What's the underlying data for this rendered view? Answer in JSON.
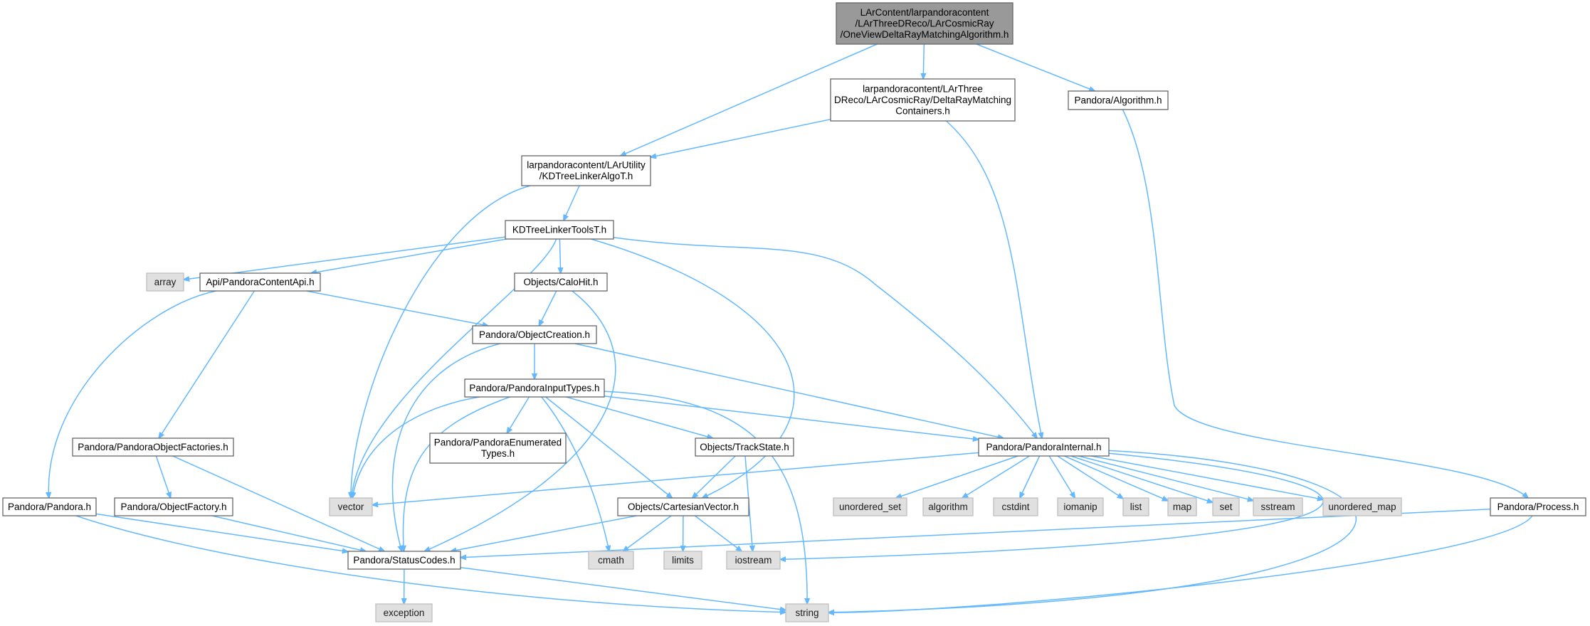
{
  "diagram": {
    "type": "include-dependency-graph",
    "nodes": [
      {
        "id": "root",
        "kind": "root",
        "lines": [
          "LArContent/larpandoracontent",
          "/LArThreeDReco/LArCosmicRay",
          "/OneViewDeltaRayMatchingAlgorithm.h"
        ]
      },
      {
        "id": "drmc",
        "kind": "header",
        "lines": [
          "larpandoracontent/LArThree",
          "DReco/LArCosmicRay/DeltaRayMatching",
          "Containers.h"
        ]
      },
      {
        "id": "alg",
        "kind": "header",
        "lines": [
          "Pandora/Algorithm.h"
        ]
      },
      {
        "id": "kdalgo",
        "kind": "header",
        "lines": [
          "larpandoracontent/LArUtility",
          "/KDTreeLinkerAlgoT.h"
        ]
      },
      {
        "id": "kdtools",
        "kind": "header",
        "lines": [
          "KDTreeLinkerToolsT.h"
        ]
      },
      {
        "id": "array",
        "kind": "system",
        "lines": [
          "array"
        ]
      },
      {
        "id": "api",
        "kind": "header",
        "lines": [
          "Api/PandoraContentApi.h"
        ]
      },
      {
        "id": "calohit",
        "kind": "header",
        "lines": [
          "Objects/CaloHit.h"
        ]
      },
      {
        "id": "objcreation",
        "kind": "header",
        "lines": [
          "Pandora/ObjectCreation.h"
        ]
      },
      {
        "id": "inputtypes",
        "kind": "header",
        "lines": [
          "Pandora/PandoraInputTypes.h"
        ]
      },
      {
        "id": "enumtypes",
        "kind": "header",
        "lines": [
          "Pandora/PandoraEnumerated",
          "Types.h"
        ]
      },
      {
        "id": "trackstate",
        "kind": "header",
        "lines": [
          "Objects/TrackState.h"
        ]
      },
      {
        "id": "internal",
        "kind": "header",
        "lines": [
          "Pandora/PandoraInternal.h"
        ]
      },
      {
        "id": "objfactories",
        "kind": "header",
        "lines": [
          "Pandora/PandoraObjectFactories.h"
        ]
      },
      {
        "id": "pandora",
        "kind": "header",
        "lines": [
          "Pandora/Pandora.h"
        ]
      },
      {
        "id": "objfactory",
        "kind": "header",
        "lines": [
          "Pandora/ObjectFactory.h"
        ]
      },
      {
        "id": "vector",
        "kind": "system",
        "lines": [
          "vector"
        ]
      },
      {
        "id": "cartesian",
        "kind": "header",
        "lines": [
          "Objects/CartesianVector.h"
        ]
      },
      {
        "id": "statuscodes",
        "kind": "header",
        "lines": [
          "Pandora/StatusCodes.h"
        ]
      },
      {
        "id": "cmath",
        "kind": "system",
        "lines": [
          "cmath"
        ]
      },
      {
        "id": "limits",
        "kind": "system",
        "lines": [
          "limits"
        ]
      },
      {
        "id": "iostream",
        "kind": "system",
        "lines": [
          "iostream"
        ]
      },
      {
        "id": "unordered_set",
        "kind": "system",
        "lines": [
          "unordered_set"
        ]
      },
      {
        "id": "algorithm",
        "kind": "system",
        "lines": [
          "algorithm"
        ]
      },
      {
        "id": "cstdint",
        "kind": "system",
        "lines": [
          "cstdint"
        ]
      },
      {
        "id": "iomanip",
        "kind": "system",
        "lines": [
          "iomanip"
        ]
      },
      {
        "id": "list",
        "kind": "system",
        "lines": [
          "list"
        ]
      },
      {
        "id": "map",
        "kind": "system",
        "lines": [
          "map"
        ]
      },
      {
        "id": "set",
        "kind": "system",
        "lines": [
          "set"
        ]
      },
      {
        "id": "sstream",
        "kind": "system",
        "lines": [
          "sstream"
        ]
      },
      {
        "id": "unordered_map",
        "kind": "system",
        "lines": [
          "unordered_map"
        ]
      },
      {
        "id": "process",
        "kind": "header",
        "lines": [
          "Pandora/Process.h"
        ]
      },
      {
        "id": "exception",
        "kind": "system",
        "lines": [
          "exception"
        ]
      },
      {
        "id": "string",
        "kind": "system",
        "lines": [
          "string"
        ]
      }
    ],
    "edges": [
      [
        "root",
        "drmc"
      ],
      [
        "root",
        "alg"
      ],
      [
        "root",
        "kdalgo"
      ],
      [
        "drmc",
        "kdalgo"
      ],
      [
        "drmc",
        "internal"
      ],
      [
        "alg",
        "process"
      ],
      [
        "kdalgo",
        "kdtools"
      ],
      [
        "kdalgo",
        "vector"
      ],
      [
        "kdtools",
        "api"
      ],
      [
        "kdtools",
        "calohit"
      ],
      [
        "kdtools",
        "array"
      ],
      [
        "kdtools",
        "vector"
      ],
      [
        "kdtools",
        "cartesian"
      ],
      [
        "kdtools",
        "internal"
      ],
      [
        "api",
        "objcreation"
      ],
      [
        "api",
        "objfactories"
      ],
      [
        "api",
        "pandora"
      ],
      [
        "calohit",
        "objcreation"
      ],
      [
        "calohit",
        "statuscodes"
      ],
      [
        "objcreation",
        "inputtypes"
      ],
      [
        "objcreation",
        "internal"
      ],
      [
        "objcreation",
        "statuscodes"
      ],
      [
        "inputtypes",
        "enumtypes"
      ],
      [
        "inputtypes",
        "trackstate"
      ],
      [
        "inputtypes",
        "internal"
      ],
      [
        "inputtypes",
        "vector"
      ],
      [
        "inputtypes",
        "cartesian"
      ],
      [
        "inputtypes",
        "statuscodes"
      ],
      [
        "inputtypes",
        "cmath"
      ],
      [
        "inputtypes",
        "string"
      ],
      [
        "trackstate",
        "cartesian"
      ],
      [
        "trackstate",
        "iostream"
      ],
      [
        "internal",
        "vector"
      ],
      [
        "internal",
        "unordered_set"
      ],
      [
        "internal",
        "algorithm"
      ],
      [
        "internal",
        "cstdint"
      ],
      [
        "internal",
        "iomanip"
      ],
      [
        "internal",
        "list"
      ],
      [
        "internal",
        "map"
      ],
      [
        "internal",
        "set"
      ],
      [
        "internal",
        "sstream"
      ],
      [
        "internal",
        "unordered_map"
      ],
      [
        "internal",
        "iostream"
      ],
      [
        "internal",
        "string"
      ],
      [
        "objfactories",
        "objfactory"
      ],
      [
        "objfactories",
        "statuscodes"
      ],
      [
        "pandora",
        "statuscodes"
      ],
      [
        "pandora",
        "string"
      ],
      [
        "objfactory",
        "statuscodes"
      ],
      [
        "cartesian",
        "cmath"
      ],
      [
        "cartesian",
        "limits"
      ],
      [
        "cartesian",
        "iostream"
      ],
      [
        "cartesian",
        "statuscodes"
      ],
      [
        "statuscodes",
        "exception"
      ],
      [
        "statuscodes",
        "string"
      ],
      [
        "process",
        "statuscodes"
      ],
      [
        "process",
        "string"
      ]
    ]
  }
}
